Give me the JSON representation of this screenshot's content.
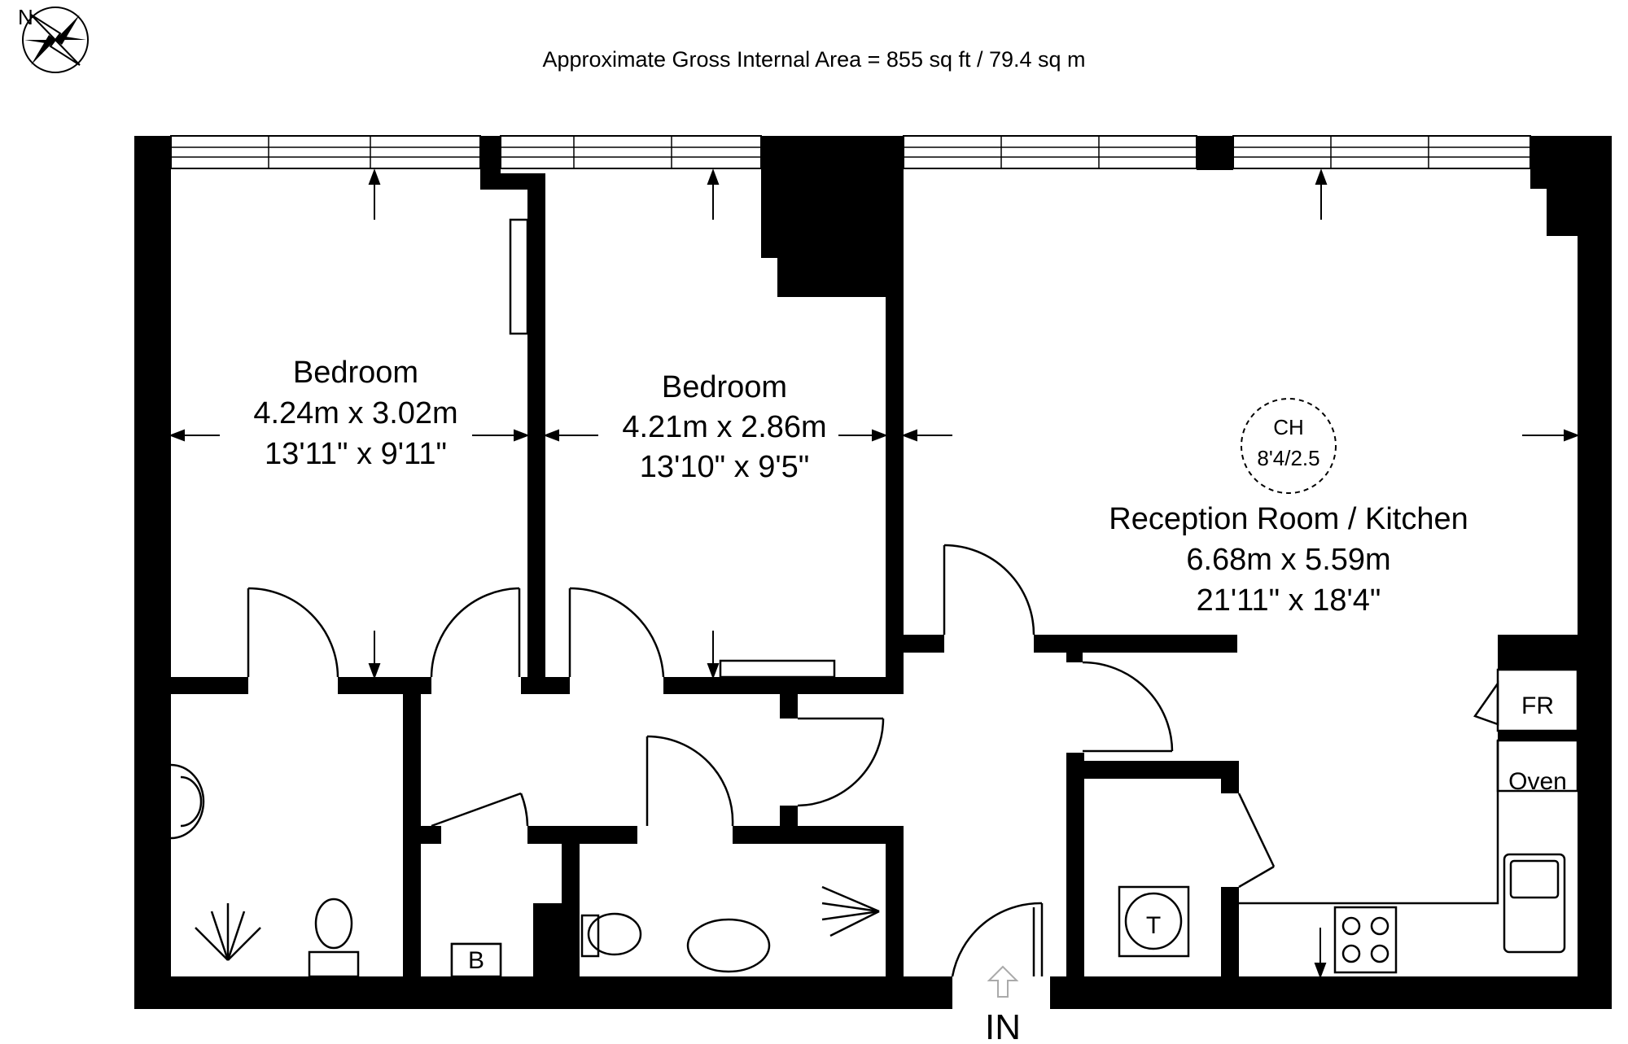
{
  "header": {
    "north_label": "N",
    "area_text": "Approximate Gross Internal Area = 855 sq ft / 79.4 sq m"
  },
  "rooms": [
    {
      "name": "Bedroom",
      "metric": "4.24m x 3.02m",
      "imperial": "13'11\" x 9'11\""
    },
    {
      "name": "Bedroom",
      "metric": "4.21m x 2.86m",
      "imperial": "13'10\" x 9'5\""
    },
    {
      "name": "Reception Room / Kitchen",
      "metric": "6.68m x 5.59m",
      "imperial": "21'11\" x 18'4\""
    }
  ],
  "ceiling_height": {
    "label": "CH",
    "value": "8'4/2.5"
  },
  "fixtures": {
    "fridge": "FR",
    "oven": "Oven",
    "boiler": "B",
    "tank": "T"
  },
  "entrance_label": "IN"
}
